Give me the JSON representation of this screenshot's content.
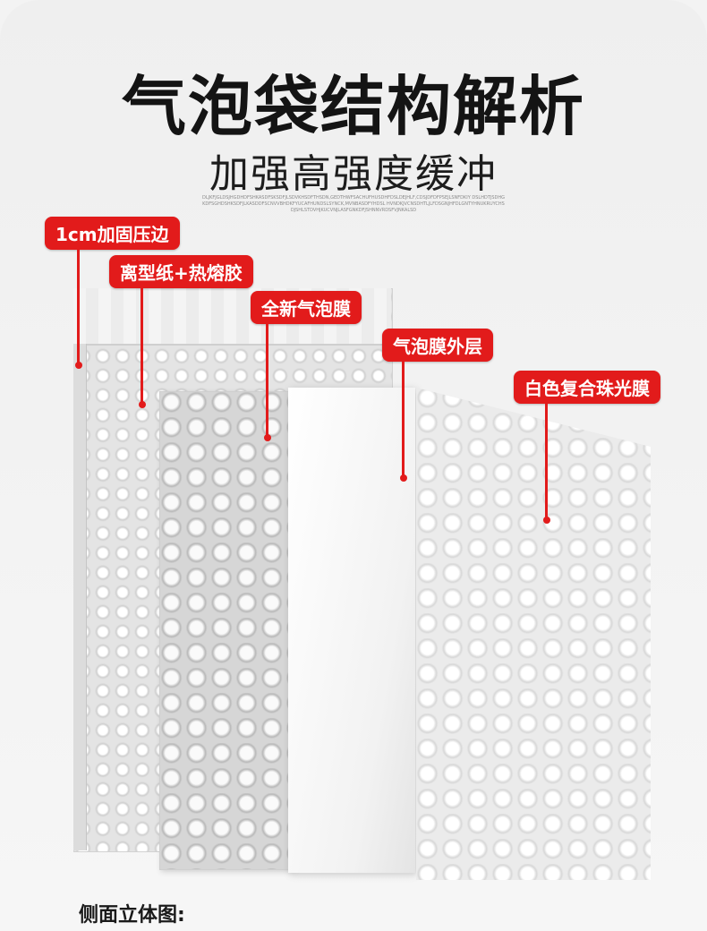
{
  "header": {
    "title": "气泡袋结构解析",
    "subtitle": "加强高强度缓冲",
    "fineprint": "DLJKFJGLDSJHGDHDFSHKASDFSKSDFJLSDVKHSDFTHSDN,GEDTHWFSACHUFHUSDHFDSLDEJHLF,CDSJDFDFPSEJLSNFDKIY DSLHDTJSDHGKDFSGHDSHKSDFJLKASDDFSCNVVBHDKFYUCAFHUNDSLSYNCK,MVNBASDFYHDSL HVNDKJVCNSDHTLJLFDSGNJHFDLGNTYHNUKRUYCHSDJSHLSTDVHJKUCVNJLASFGNKDFJSHNNVRDSFVJNKALSD"
  },
  "labels": [
    {
      "text": "1cm加固压边"
    },
    {
      "text": "离型纸+热熔胶"
    },
    {
      "text": "全新气泡膜"
    },
    {
      "text": "气泡膜外层"
    },
    {
      "text": "白色复合珠光膜"
    }
  ],
  "footer": {
    "caption": "侧面立体图:"
  },
  "colors": {
    "accent": "#e21b1b",
    "title": "#141414",
    "background": "#f3f3f3"
  }
}
